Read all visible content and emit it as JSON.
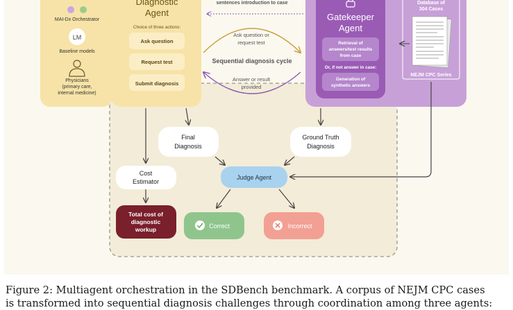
{
  "left_panel": {
    "orchestrator_label": "MAI-Dx Orchestrator",
    "lm_badge": "LM",
    "baseline_label": "Baseline models",
    "physicians_label": [
      "Physicians",
      "(primary care,",
      "internal medicine)"
    ]
  },
  "diagnostic_agent": {
    "title": [
      "Diagnostic",
      "Agent"
    ],
    "choice_label": "Choice of three actions:",
    "actions": [
      "Ask question",
      "Request test",
      "Submit diagnosis"
    ]
  },
  "cycle": {
    "top_text": "sentences introduction to case",
    "upper_label": [
      "Ask question or",
      "request test"
    ],
    "center_label": "Sequential diagnosis cycle",
    "lower_label": [
      "Answer or result",
      "provided"
    ]
  },
  "gatekeeper": {
    "title": [
      "Gatekeeper",
      "Agent"
    ],
    "retrieval": [
      "Retrieval of",
      "answers/test results",
      "from case"
    ],
    "fallback_label": "Or, if not answer in case:",
    "generation": [
      "Generation of",
      "synthetic answers"
    ]
  },
  "database": {
    "title": [
      "Database of",
      "304 Cases"
    ],
    "series_label": "NEJM CPC Series"
  },
  "nodes": {
    "final_diagnosis": [
      "Final",
      "Diagnosis"
    ],
    "ground_truth": [
      "Ground Truth",
      "Diagnosis"
    ],
    "cost_estimator": [
      "Cost",
      "Estimator"
    ],
    "judge_agent": "Judge Agent",
    "total_cost": [
      "Total cost of",
      "diagnostic",
      "workup"
    ],
    "correct": "Correct",
    "incorrect": "Incorrect"
  },
  "colors": {
    "diag_panel": "#f7e3a7",
    "diag_action": "#fbeec6",
    "gatekeeper_panel": "#c8a0d8",
    "gatekeeper_inner": "#9a5bb5",
    "judge": "#a9d2ef",
    "total_cost": "#7a1f2c",
    "correct": "#8fc58c",
    "incorrect": "#f2a093"
  },
  "caption": {
    "line1": "Figure 2: Multiagent orchestration in the SDBench benchmark. A corpus of NEJM CPC cases",
    "line2": "is transformed into sequential diagnosis challenges through coordination among three agents:"
  }
}
